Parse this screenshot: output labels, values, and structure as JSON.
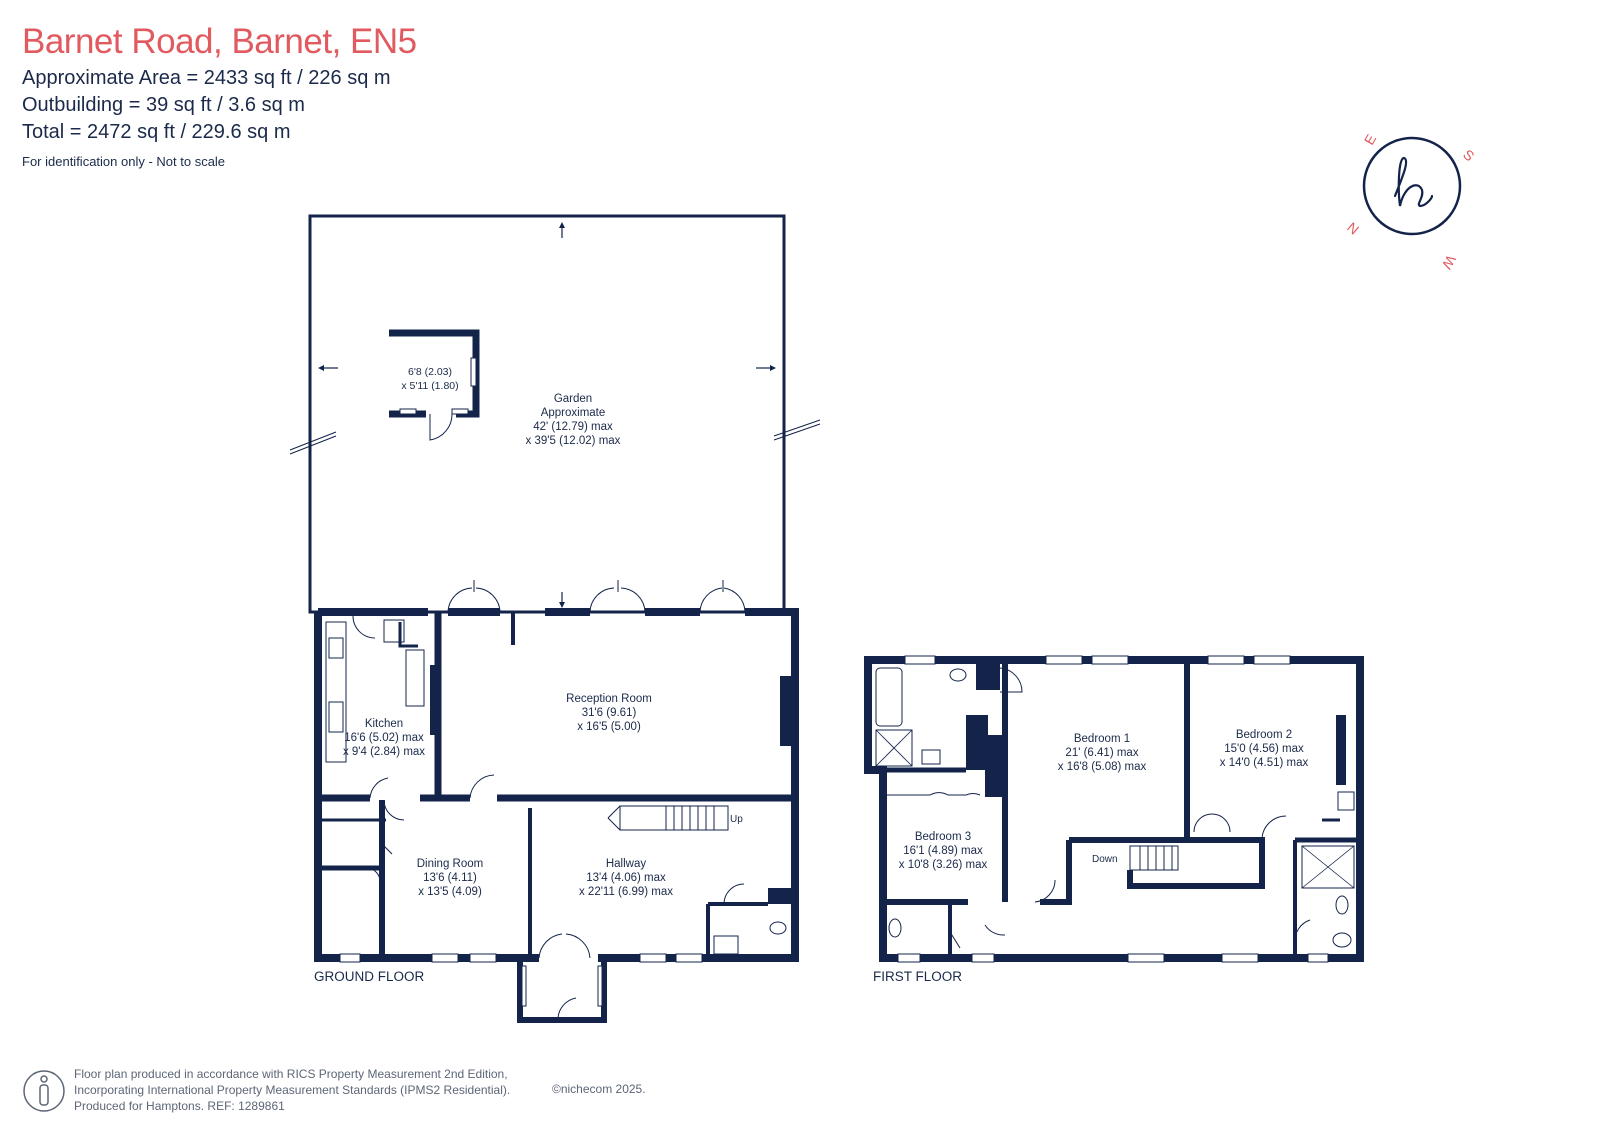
{
  "colors": {
    "accent": "#e05a5f",
    "walls": "#13234a",
    "text": "#1b2a4a",
    "muted": "#5d6677"
  },
  "header": {
    "title": "Barnet Road, Barnet, EN5",
    "approx_area": "Approximate Area = 2433 sq ft / 226 sq m",
    "outbuilding": "Outbuilding = 39 sq ft / 3.6 sq m",
    "total": "Total = 2472 sq ft / 229.6 sq m",
    "note": "For identification only - Not to scale"
  },
  "compass": {
    "icon": "hamptons-logo-compass",
    "n": "N",
    "e": "E",
    "s": "S",
    "w": "W"
  },
  "ground_floor": {
    "label": "GROUND FLOOR",
    "garden": {
      "l1": "Garden",
      "l2": "Approximate",
      "l3": "42' (12.79) max",
      "l4": "x 39'5 (12.02) max"
    },
    "outbuilding": {
      "l1": "6'8 (2.03)",
      "l2": "x 5'11 (1.80)"
    },
    "reception": {
      "l1": "Reception Room",
      "l2": "31'6 (9.61)",
      "l3": "x 16'5 (5.00)"
    },
    "kitchen": {
      "l1": "Kitchen",
      "l2": "16'6 (5.02) max",
      "l3": "x 9'4 (2.84) max"
    },
    "dining": {
      "l1": "Dining Room",
      "l2": "13'6 (4.11)",
      "l3": "x 13'5 (4.09)"
    },
    "hallway": {
      "l1": "Hallway",
      "l2": "13'4 (4.06) max",
      "l3": "x 22'11 (6.99) max"
    },
    "stairs_label": "Up"
  },
  "first_floor": {
    "label": "FIRST FLOOR",
    "bedroom1": {
      "l1": "Bedroom 1",
      "l2": "21' (6.41) max",
      "l3": "x 16'8 (5.08) max"
    },
    "bedroom2": {
      "l1": "Bedroom 2",
      "l2": "15'0 (4.56) max",
      "l3": "x 14'0 (4.51) max"
    },
    "bedroom3": {
      "l1": "Bedroom 3",
      "l2": "16'1 (4.89) max",
      "l3": "x 10'8 (3.26) max"
    },
    "stairs_label": "Down"
  },
  "footer": {
    "line1": "Floor plan produced in accordance with RICS Property Measurement 2nd Edition,",
    "line2": "Incorporating International Property Measurement Standards (IPMS2 Residential).",
    "line3": "Produced for Hamptons.   REF:  1289861",
    "copyright": "©nichecom 2025."
  }
}
